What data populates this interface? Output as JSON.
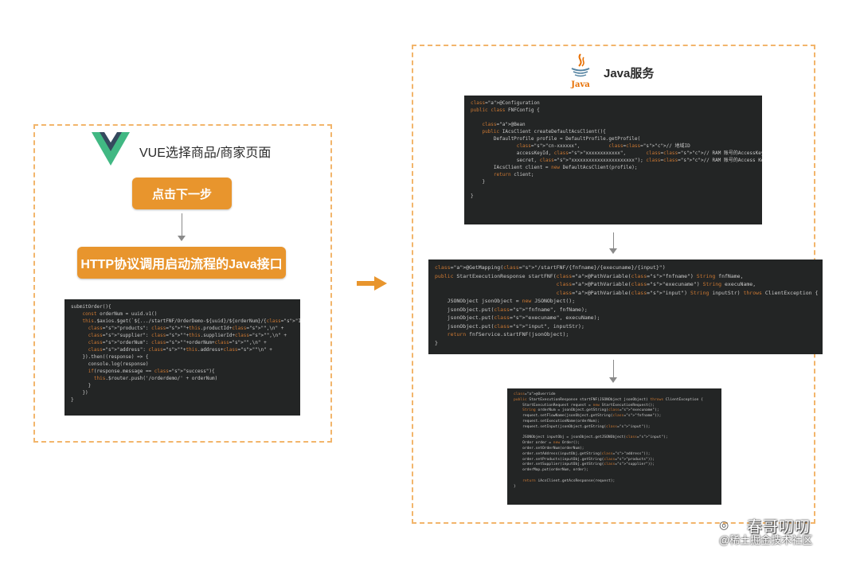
{
  "left_panel": {
    "vue_title": "VUE选择商品/商家页面",
    "next_step_label": "点击下一步",
    "http_call_label": "HTTP协议调用启动流程的Java接口",
    "code_lines": [
      "submitOrder(){",
      "    const orderNum = uuid.v1()",
      "    this.$axios.$get(`${.../startFNF/OrderDemo-${uuid}/${orderNum}/{\"Id\"}`}, {",
      "      \"products\": \"\"+this.productId+\"\",\\n\" +",
      "      \"supplier\": \"\"+this.supplierId+\"\",\\n\" +",
      "      \"orderNum\": \"\"+orderNum+\"\",\\n\" +",
      "      \"address\": \"\"+this.address+\"\"\\n\" +",
      "    }).then((response) => {",
      "      console.log(response)",
      "      if(response.message == \"success\"){",
      "        this.$router.push('/orderdemo/' + orderNum)",
      "      }",
      "    })",
      "}"
    ]
  },
  "right_panel": {
    "java_title": "Java服务",
    "config_lines": [
      "@Configuration",
      "public class FNFConfig {",
      "",
      "    @Bean",
      "    public IAcsClient createDefaultAcsClient(){",
      "        DefaultProfile profile = DefaultProfile.getProfile(",
      "                \"cn-xxxxxx\",          // 地域ID",
      "                accessKeyId, \"xxxxxxxxxxxx\",       // RAM 账号的AccessKey ID",
      "                secret, \"xxxxxxxxxxxxxxxxxxxxxx\"); // RAM 账号的Access Key Secret",
      "        IAcsClient client = new DefaultAcsClient(profile);",
      "        return client;",
      "    }",
      "",
      "}"
    ],
    "controller_lines": [
      "@GetMapping(\"/startFNF/{fnfname}/{execuname}/{input}\")",
      "public StartExecutionResponse startFNF(@PathVariable(\"fnfname\") String fnfName,",
      "                                       @PathVariable(\"execuname\") String execuName,",
      "                                       @PathVariable(\"input\") String inputStr) throws ClientException {",
      "    JSONObject jsonObject = new JSONObject();",
      "    jsonObject.put(\"fnfname\", fnfName);",
      "    jsonObject.put(\"execuname\", execuName);",
      "    jsonObject.put(\"input\", inputStr);",
      "    return fnfService.startFNF(jsonObject);",
      "}"
    ],
    "service_lines": [
      "@Override",
      "public StartExecutionResponse startFNF(JSONObject jsonObject) throws ClientException {",
      "    StartExecutionRequest request = new StartExecutionRequest();",
      "    String orderNum = jsonObject.getString(\"execuname\");",
      "    request.setFlowName(jsonObject.getString(\"fnfname\"));",
      "    request.setExecutionName(orderNum);",
      "    request.setInput(jsonObject.getString(\"input\"));",
      "",
      "    JSONObject inputObj = jsonObject.getJSONObject(\"input\");",
      "    Order order = new Order();",
      "    order.setOrderNum(orderNum);",
      "    order.setAddress(inputObj.getString(\"address\"));",
      "    order.setProducts(inputObj.getString(\"products\"));",
      "    order.setSupplier(inputObj.getString(\"supplier\"));",
      "    orderMap.put(orderNum, order);",
      "",
      "    return iAcsClient.getAcsResponse(request);",
      "}"
    ]
  },
  "watermark": {
    "line1": "春哥叨叨",
    "line2": "@稀土掘金技术社区"
  },
  "colors": {
    "dashed_border": "#f2b56b",
    "button_orange": "#e8952d",
    "code_background": "#232525",
    "vue_green": "#41b883",
    "vue_dark": "#35495e",
    "java_red": "#e76f00",
    "java_blue": "#5382a1"
  },
  "icons": [
    "vue-logo-icon",
    "java-logo-icon",
    "wechat-icon"
  ]
}
